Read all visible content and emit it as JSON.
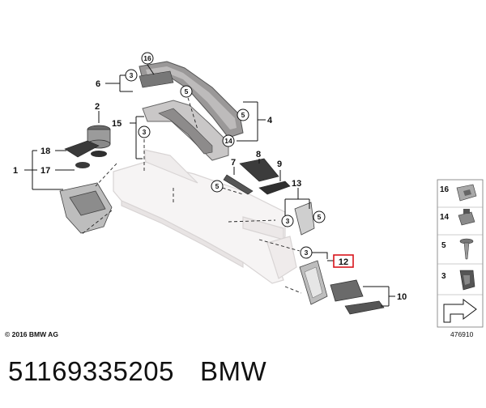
{
  "callouts": {
    "c1": "1",
    "c2": "2",
    "c3": "3",
    "c4": "4",
    "c5": "5",
    "c6": "6",
    "c7": "7",
    "c8": "8",
    "c9": "9",
    "c10": "10",
    "c12": "12",
    "c13": "13",
    "c14": "14",
    "c15": "15",
    "c16": "16",
    "c17": "17",
    "c18": "18"
  },
  "legend": {
    "items": [
      {
        "label": "16",
        "icon": "clip-nut-icon"
      },
      {
        "label": "14",
        "icon": "expanding-nut-icon"
      },
      {
        "label": "5",
        "icon": "screw-icon"
      },
      {
        "label": "3",
        "icon": "clip-icon"
      }
    ],
    "reference_icon": "arrow-icon"
  },
  "copyright": "© 2016 BMW AG",
  "image_number": "476910",
  "part_number": "51169335205",
  "brand": "BMW",
  "colors": {
    "outline": "#111111",
    "highlight": "#d9141c",
    "part_fill": "#f3f1f1",
    "dark_part": "#3c3c3c"
  }
}
